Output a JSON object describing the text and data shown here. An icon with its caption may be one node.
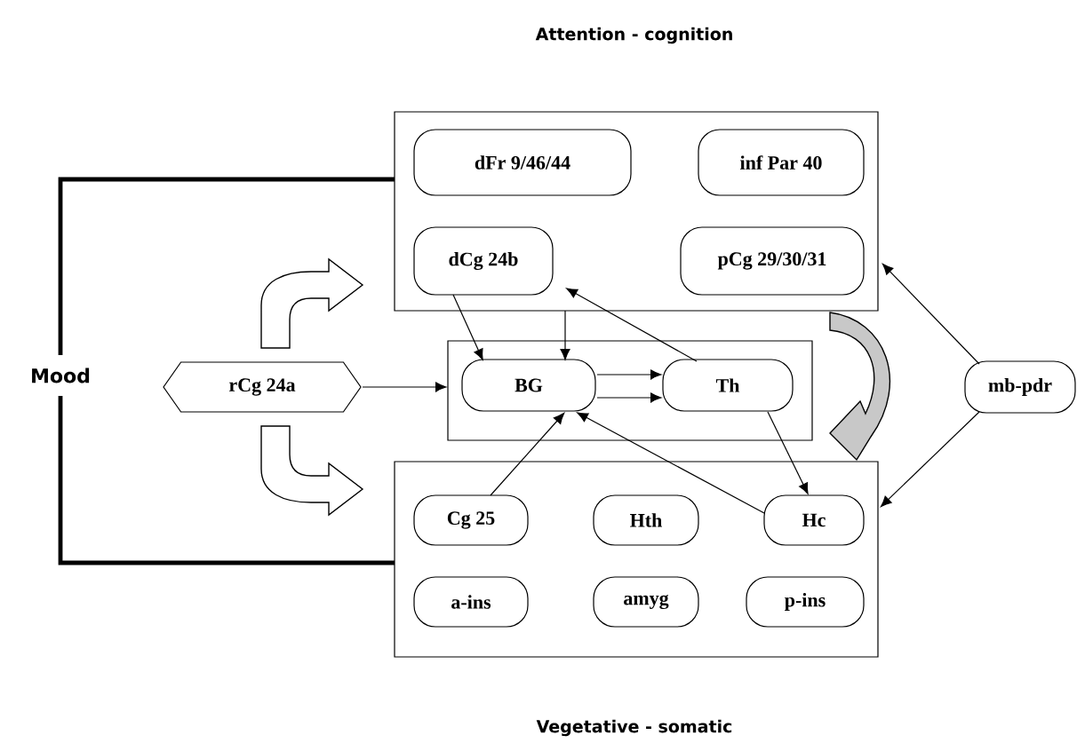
{
  "diagram": {
    "nodes": [
      {
        "text": [
          "Attention - cognition"
        ]
      },
      {
        "text": [
          "dFr 9/46/44"
        ],
        "in": 0
      },
      {
        "text": [
          "inf Par 40"
        ],
        "in": 0
      },
      {
        "text": [
          "dCg 24b"
        ],
        "in": 0
      },
      {
        "text": [
          "pCg 29/30/31"
        ],
        "in": 0
      },
      {
        "text": [],
        "shape": "box"
      },
      {
        "text": [
          "BG"
        ],
        "in": 5
      },
      {
        "text": [
          "Th"
        ],
        "in": 5
      },
      {
        "text": [
          "Vegetative - somatic"
        ]
      },
      {
        "text": [
          "Cg 25"
        ],
        "in": 8
      },
      {
        "text": [
          "Hth"
        ],
        "in": 8
      },
      {
        "text": [
          "Hc"
        ],
        "in": 8
      },
      {
        "text": [
          "a-ins"
        ],
        "in": 8
      },
      {
        "text": [
          "amyg"
        ],
        "in": 8
      },
      {
        "text": [
          "p-ins"
        ],
        "in": 8
      },
      {
        "text": [
          "rCg 24a"
        ]
      },
      {
        "text": [
          "mb-pdr"
        ]
      },
      {
        "text": [
          "Mood"
        ]
      }
    ],
    "edges": [
      {
        "from": 15,
        "to": 5,
        "arrow": "to"
      },
      {
        "from": 15,
        "to": 0,
        "arrow": "to"
      },
      {
        "from": 15,
        "to": 8,
        "arrow": "to"
      },
      {
        "from": 3,
        "to": 6,
        "arrow": "to"
      },
      {
        "from": 0,
        "to": 6,
        "arrow": "to"
      },
      {
        "from": 7,
        "to": 3,
        "arrow": "to"
      },
      {
        "from": 6,
        "to": 7,
        "arrow": "to"
      },
      {
        "from": 6,
        "to": 7,
        "arrow": "to"
      },
      {
        "from": 9,
        "to": 6,
        "arrow": "to"
      },
      {
        "from": 11,
        "to": 6,
        "arrow": "to"
      },
      {
        "from": 7,
        "to": 11,
        "arrow": "to"
      },
      {
        "from": 0,
        "to": 8,
        "arrow": "to",
        "color": "#c8c8c8"
      },
      {
        "from": 16,
        "to": 0,
        "arrow": "to"
      },
      {
        "from": 16,
        "to": 8,
        "arrow": "to"
      },
      {
        "from": 17,
        "to": 0,
        "arrow": "none",
        "style": "thick"
      },
      {
        "from": 17,
        "to": 8,
        "arrow": "none",
        "style": "thick"
      }
    ]
  }
}
